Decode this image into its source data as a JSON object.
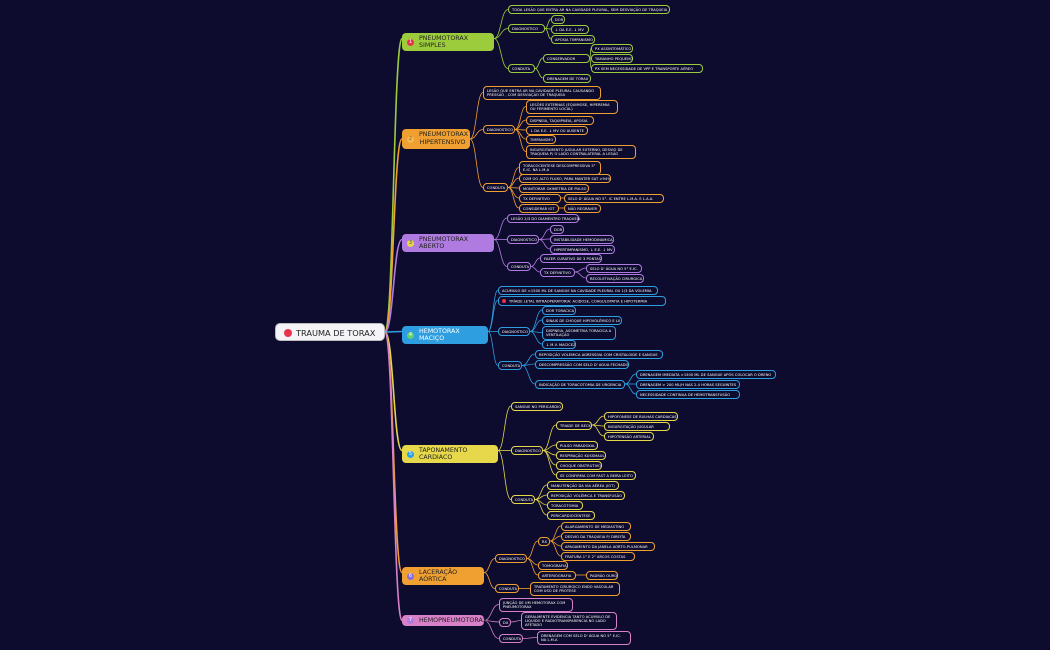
{
  "root": {
    "label": "TRAUMA DE TORAX"
  },
  "colors": {
    "background": "#0e0c2e",
    "green": "#9ccc3c",
    "orange": "#f0a030",
    "purple": "#b07be0",
    "blue": "#2e9ee0",
    "yellow": "#e6d84a",
    "lightgreen": "#6fd06f",
    "pink": "#d880c8"
  },
  "branches": {
    "b1": {
      "num": "1",
      "label": "PNEUMOTORAX SIMPLES"
    },
    "b2": {
      "num": "2",
      "label": "PNEUMOTORAX HIPERTENSIVO"
    },
    "b3": {
      "num": "3",
      "label": "PNEUMOTORAX ABERTO"
    },
    "b4": {
      "num": "4",
      "label": "HEMOTORAX MACIÇO"
    },
    "b5": {
      "num": "5",
      "label": "TAPONAMENTO CARDIACO"
    },
    "b6": {
      "num": "6",
      "label": "LACERAÇÃO AÓRTICA"
    },
    "b7": {
      "num": "7",
      "label": "HEMOPNEUMOTORAX"
    }
  },
  "nodes": {
    "n1a": "TODA LESÃO QUE ENTRA AR NA CAVIDADE PLEURAL, SEM DESVIAÇÃO DE TRAQUEIA",
    "n1b": "DIAGNOSTICO",
    "n1b1": "DOR",
    "n1b2": "↓ DA E.E. ↓ MV",
    "n1b3": "APOSIA TIMPANISMO",
    "n1c": "CONDUTA",
    "n1c1": "CONSERVADOR",
    "n1c1a": "PX ASSINTOMÁTICO",
    "n1c1b": "TAMANHO PEQUENO",
    "n1c1c": "PX SEM NECESSIDADE DE VPP E TRANSPORTE AÉREO",
    "n1c2": "DRENAGEM DE TORAX",
    "n2a": "LESÃO QUE ENTRA AR NA CAVIDADE PLEURAL CAUSANDO PRESSÃO , COM DESVIAÇÃO DE TRAQUEIA",
    "n2b": "DIAGNOSTICO",
    "n2b1": "LESÕES EXTERNAS (EQUIMOSE, HIPEREMIA OU FERIMENTO LOCAL)",
    "n2b2": "DISPNEIA, TAQUIPNEIA, APOSIA",
    "n2b3": "↓ DA E.E. ↓ MV OU AUSENTE",
    "n2b4": "TIMPANISMO",
    "n2b5": "INGURGITAMENTO JUGULAR EXTERNO, DESVIO DE TRAQUEIA P/ O LADO CONTRALATERAL A LESÃO",
    "n2c": "CONDUTA",
    "n2c1": "TORACOCENTESE DESCOMPRESSIVA 5° E.IC. NA L.M.A",
    "n2c2": "O2M OO ALTO FLUXO, PARA MANTER SAT >94%",
    "n2c3": "MONITORAR OXIMETRIA DE PULSO",
    "n2c4": "TX DEFINITIVO",
    "n2c4a": "SELO D' ÁGUA NO 5°. IC ENTRE L.M.A. E L.A.A.",
    "n2c5": "CONSIDERAR IOT",
    "n2c5a": "NÃO REGRAVER",
    "n3a": "LESÃO 2/3 DO DIAMENTRO TRAQUEIA",
    "n3b": "DIAGNOSTICO",
    "n3b1": "DOR",
    "n3b2": "INSTABILIDADE HEMODINAMICA",
    "n3b3": "HIPERTIMPANISMO, ↓ E.E. ↓ MV",
    "n3c": "CONDUTA",
    "n3c1": "FAZER CURATIVO DE 3 PONTAS",
    "n3c2": "TX DEFINITIVO",
    "n3c2a": "SELO D' ÁGUA NO 5° E.IC.",
    "n3c2b": "RECOLETIVAÇÃO CIRURGICA",
    "n4a": "ACUMULO DE >1500 ML DE SANGUE NA CAVIDADE PLEURAL OU 1/3 DA VOLEMIA",
    "n4b": "TRÍADE LETAL INTRAOPERATÓRIA: ACIDOSE, COAGULOPATIA E HIPOTERMIA",
    "n4c": "DIAGNOSTICO",
    "n4c1": "DOR TORACICA",
    "n4c2": "SINAIS DE CHOQUE HIPOVOLÊMICO E LII",
    "n4c3": "DISPNEIA, ASSIMETRIA TORACICA A VENTILAÇÃO",
    "n4c4": "↓ M.V. MACICEZ",
    "n4d": "CONDUTA",
    "n4d1": "REPOSIÇÃO VOLEMICA AGRESSIVA COM CRISTALOIDE E SANGUE",
    "n4d2": "DESCOMPRESSÃO COM SELO D' AGUA FECHADO",
    "n4d3": "INDICAÇÃO DE TORACOTOMIA DE URGENCIA",
    "n4d3a": "DRENAGEM IMEDIATA >1500 ML DE SANGUE APÓS COLOCAR O DRENO",
    "n4d3b": "DRENAGEM > 200 ML/H NAS 2-4 HORAS SEGUINTES",
    "n4d3c": "NECESSIDADE CONTINUA DE HEMOTRANSFUSÃO",
    "n5a": "SANGUE NO PERICARDIO",
    "n5b": "DIAGNOSTICO",
    "n5b1": "TRIADE DE BECK",
    "n5b1a": "HIPOFONESE DE BULHAS CARDIACAS",
    "n5b1b": "INGURGITAÇÃO JUGULAR",
    "n5b1c": "HIPOTENSÃO ARTERIAL",
    "n5b2": "PULSO PARADOXAL",
    "n5b3": "RESPIRAÇÃO KUSSMAUL",
    "n5b4": "CHOQUE OBSTRUTIVO",
    "n5b5": "SE CONFIRMA COM FAST A BEIRA LEITO",
    "n5c": "CONDUTA",
    "n5c1": "MANUTENÇÃO DA VIA AÉREA (IOT)",
    "n5c2": "REPOSIÇÃO VOLÊMICA E TRANSFUSÃO",
    "n5c3": "TORACOTOMIA",
    "n5c4": "PERICARDIOCENTESE",
    "n6a": "DIAGNOSTICO",
    "n6a1": "RX",
    "n6a1a": "ALARGAMENTO DE MEDIASTINO",
    "n6a1b": "DESVIO DA TRAQUEIA P/ DIREITA",
    "n6a1c": "APAGAMENTO DA JANELA AORTO-PULMONAR",
    "n6a1d": "FRATURA 1° E 2° ARCOS COSTAS",
    "n6a2": "TOMOGRAFIA",
    "n6a3": "ARTERIOGRAFIA",
    "n6a3a": "PADRÃO OURO",
    "n6b": "CONDUTA",
    "n6b1": "TRATAMENTO CIRURGICO ENDO VASCULAR COM USO DE PROTESE",
    "n7a": "JUNÇÃO DE UM HEMOTORAX COM PNEUMOTORAX",
    "n7b": "DX",
    "n7b1": "GERALMENTE EVIDENCIA TANTO ACUMULO DE LIQUIDO E RADIOTRANSPARENCIA NO LADO AFETADO",
    "n7c": "CONDUTA",
    "n7c1": "DRENAGEM COM SELO D' ÁGUA NO 5° E.IC. NA L.M.A"
  }
}
